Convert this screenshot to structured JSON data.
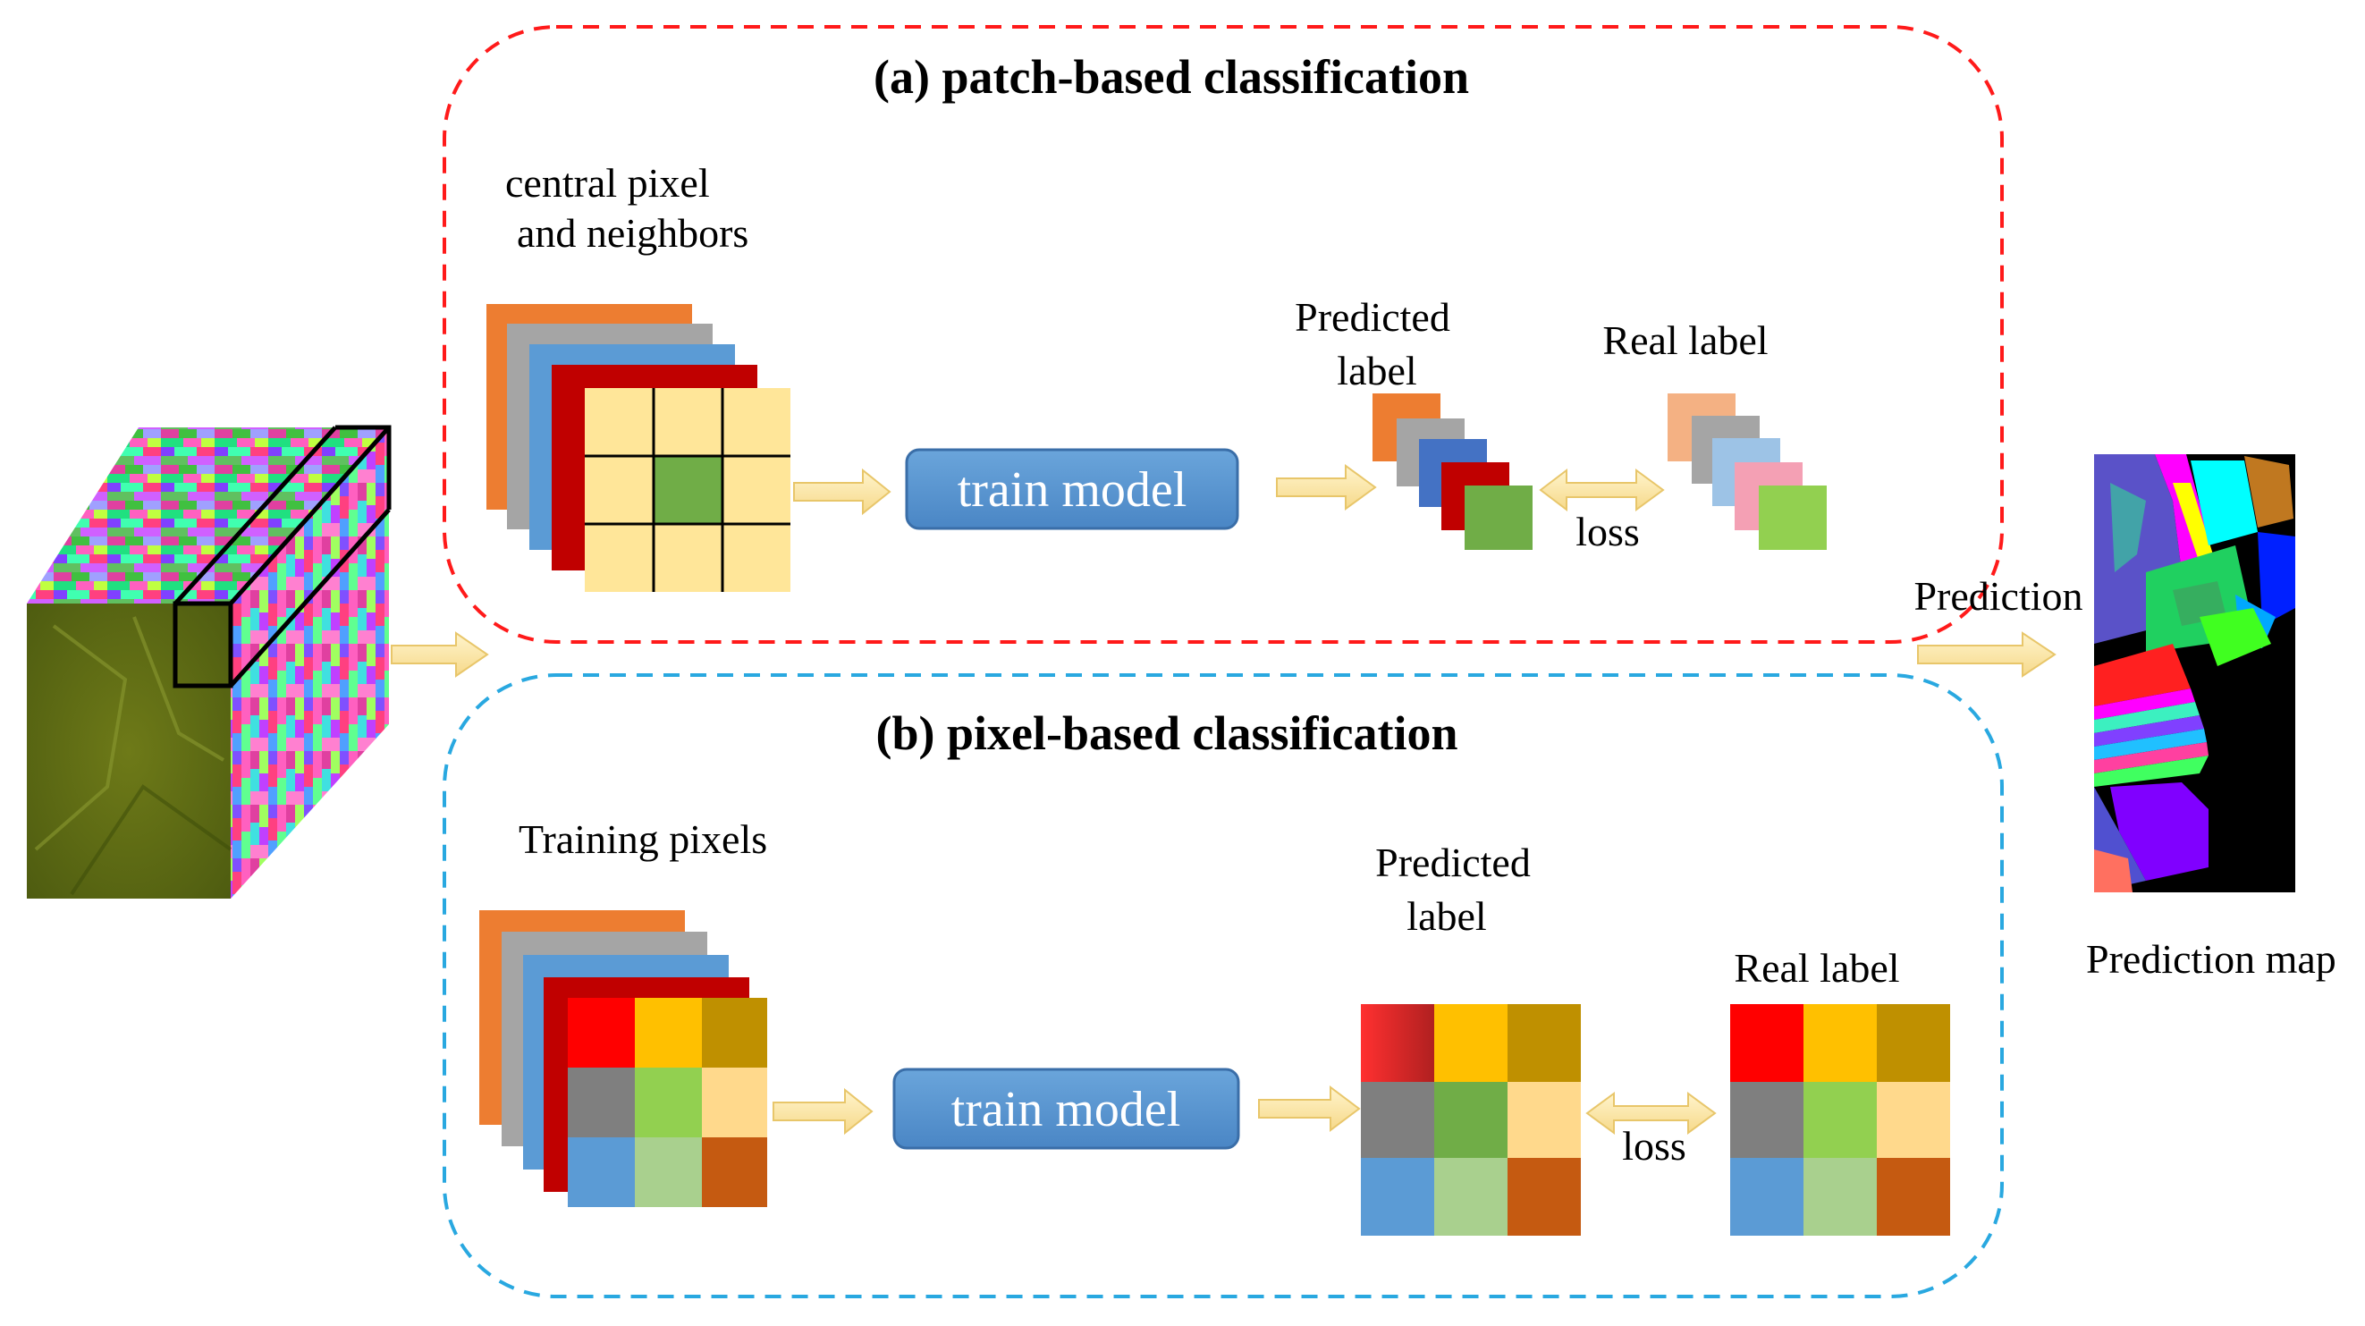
{
  "sections": {
    "patch": {
      "title": "(a) patch-based classification",
      "input_label_line1": "central pixel",
      "input_label_line2": "and neighbors",
      "button_label": "train model",
      "predicted_label_line1": "Predicted",
      "predicted_label_line2": "label",
      "real_label": "Real label",
      "loss_label": "loss",
      "border_color": "#ff1a1a"
    },
    "pixel": {
      "title": "(b) pixel-based classification",
      "input_label": "Training pixels",
      "button_label": "train model",
      "predicted_label_line1": "Predicted",
      "predicted_label_line2": "label",
      "real_label": "Real label",
      "loss_label": "loss",
      "border_color": "#29a8e0"
    }
  },
  "output": {
    "arrow_label": "Prediction",
    "map_label": "Prediction map"
  },
  "colors": {
    "layer_orange": "#ed7d31",
    "layer_gray": "#a5a5a5",
    "layer_blue": "#5b9bd5",
    "layer_red": "#c00000",
    "patch_cell": "#ffe699",
    "patch_center": "#70ad47",
    "button_fill": "#5b9bd5",
    "arrow_fill": "#fde9a9"
  }
}
